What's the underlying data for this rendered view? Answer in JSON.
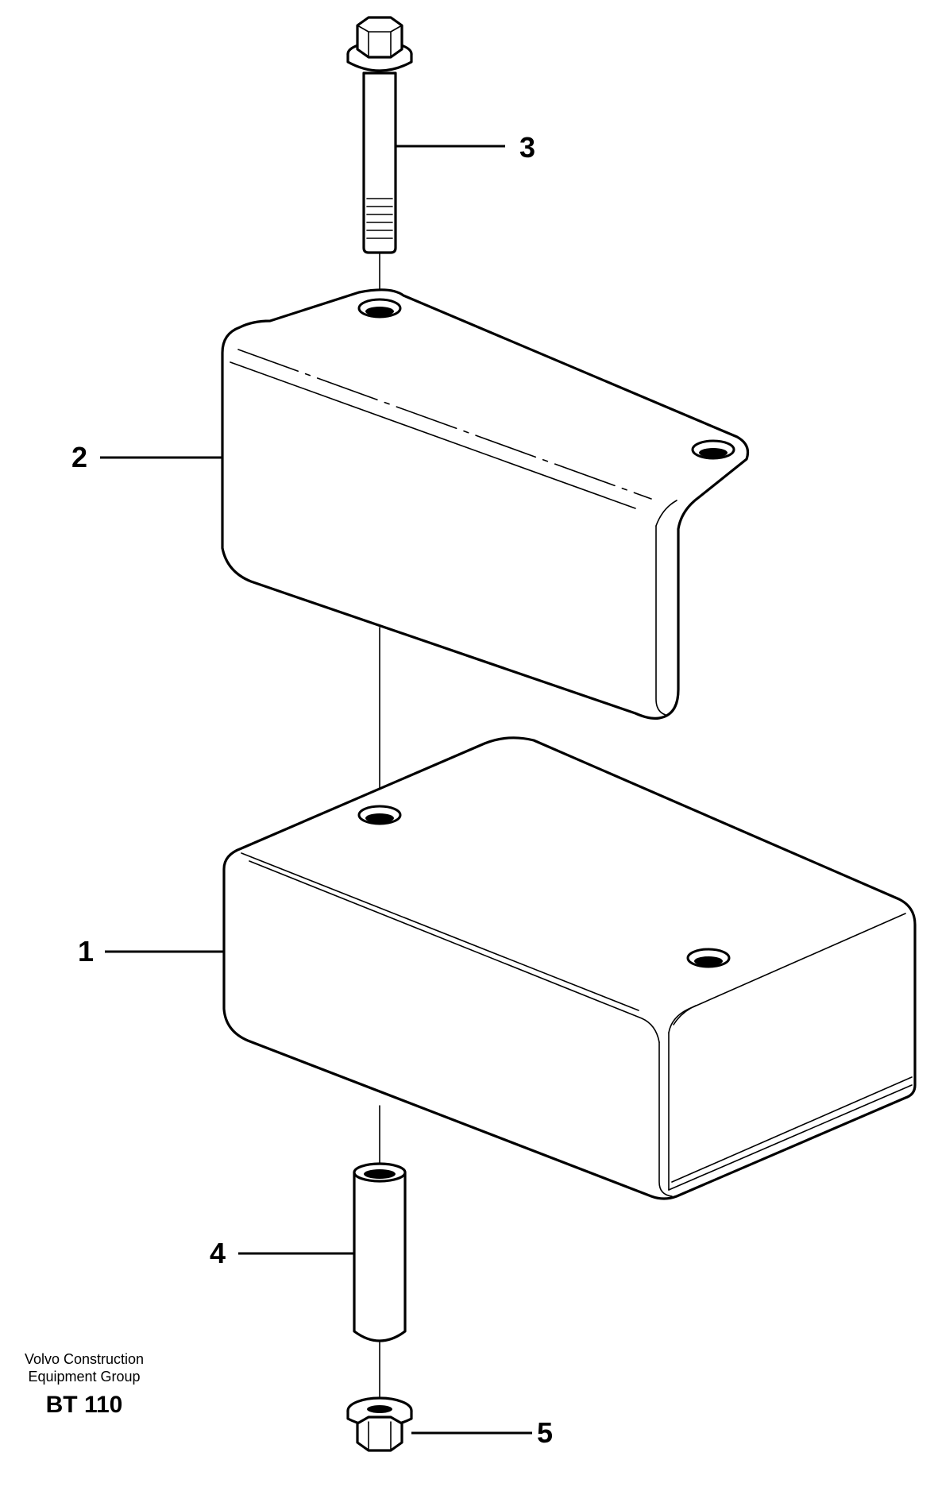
{
  "callouts": {
    "part1": "1",
    "part2": "2",
    "part3": "3",
    "part4": "4",
    "part5": "5"
  },
  "footer": {
    "line1": "Volvo Construction",
    "line2": "Equipment Group",
    "code": "BT 110"
  }
}
